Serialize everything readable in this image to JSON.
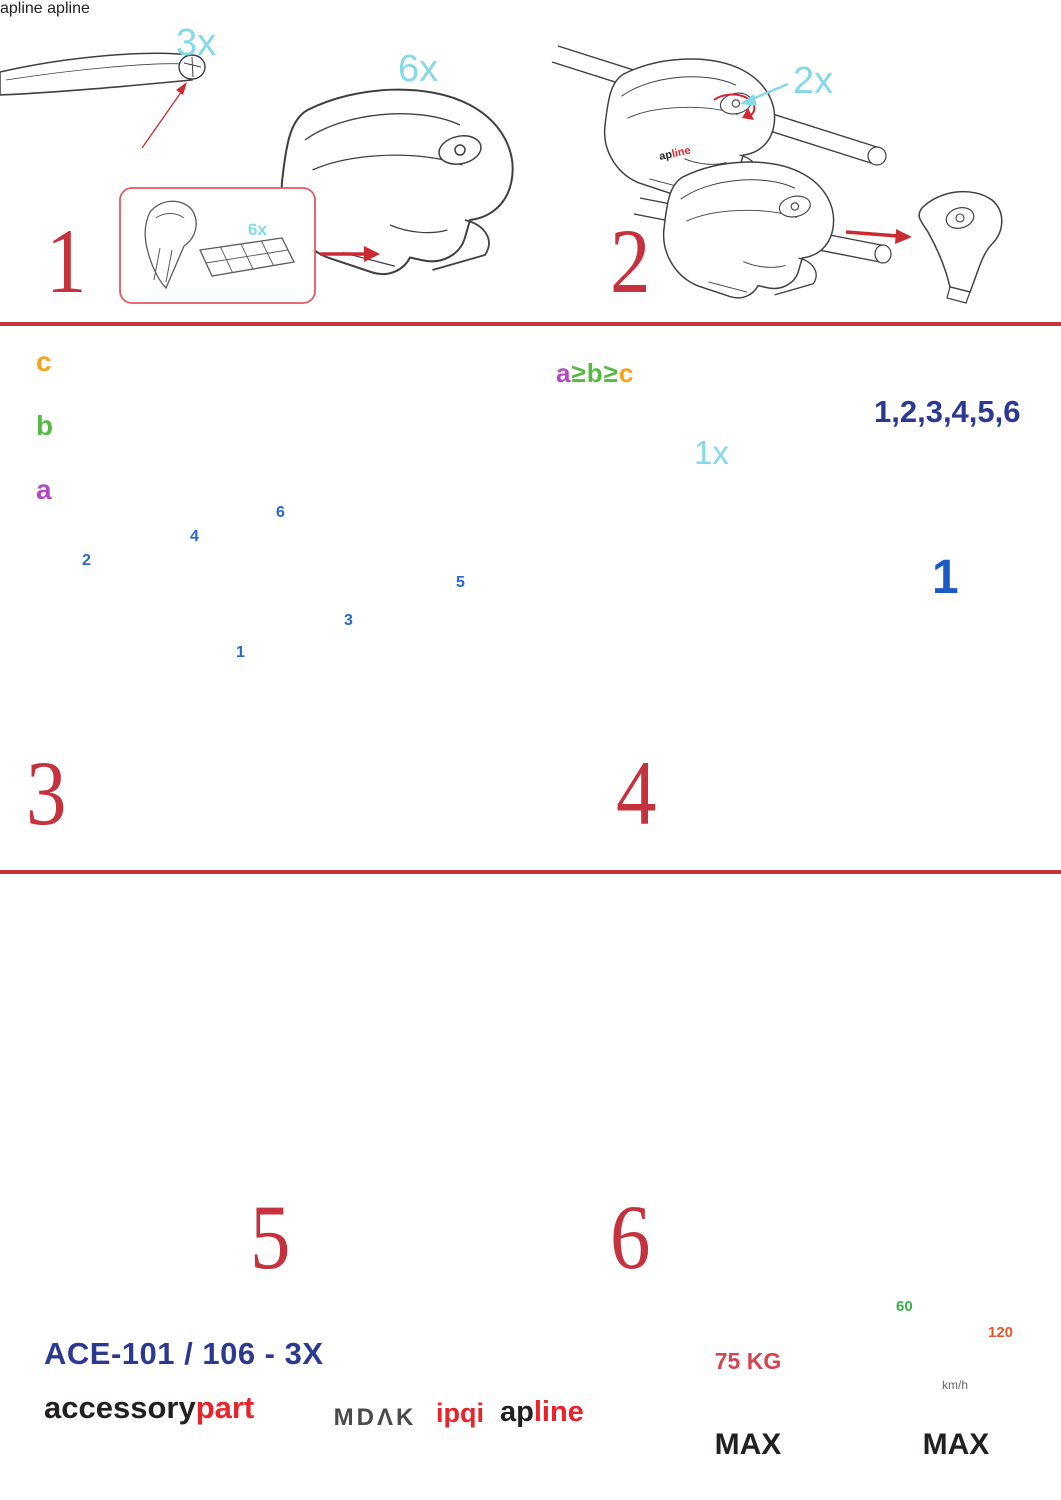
{
  "colors": {
    "accent_red": "#c4323e",
    "arrow_red": "#cc2a33",
    "callout_cyan": "#85d8e8",
    "highlight_blue": "#2667c9",
    "sequence_blue": "#2b3990",
    "label_a_purple": "#b04ac2",
    "label_b_green": "#56b946",
    "label_c_orange": "#f5a21d",
    "brand_red": "#e8232a",
    "brand_blue": "#2b3990",
    "speed_green": "#3fae49",
    "speed_orange": "#e8552a"
  },
  "logo": {
    "ap": "ap",
    "line": "line"
  },
  "steps": {
    "s1": {
      "num": "1",
      "bar_qty": "3x",
      "foot_qty": "6x",
      "pad_qty": "6x"
    },
    "s2": {
      "num": "2",
      "lock_qty": "2x"
    },
    "s3": {
      "num": "3",
      "label_a": "a",
      "label_b": "b",
      "label_c": "c",
      "rule_a": "a",
      "rule_ge1": "≥",
      "rule_b": "b",
      "rule_ge2": "≥",
      "rule_c": "c",
      "pos": {
        "p1": "1",
        "p2": "2",
        "p3": "3",
        "p4": "4",
        "p5": "5",
        "p6": "6"
      }
    },
    "s4": {
      "num": "4",
      "tool_qty": "1x",
      "sequence": "1,2,3,4,5,6",
      "first": "1"
    },
    "s5": {
      "num": "5"
    },
    "s6": {
      "num": "6"
    }
  },
  "footer": {
    "model": "ACE-101 / 106 - 3X",
    "brand1_black": "accessory",
    "brand1_red": "part",
    "brand2": "MDΛK",
    "brand3": "ipqi",
    "brand4_black": "ap",
    "brand4_red": "line",
    "weight_limit": "75 KG",
    "weight_max": "MAX",
    "speed_low": "60",
    "speed_high": "120",
    "speed_unit": "km/h",
    "speed_max": "MAX"
  },
  "icons": [
    "phone-scan-icon",
    "youtube-icon",
    "qr-code-icon",
    "weight-tag-icon",
    "speedometer-icon"
  ]
}
